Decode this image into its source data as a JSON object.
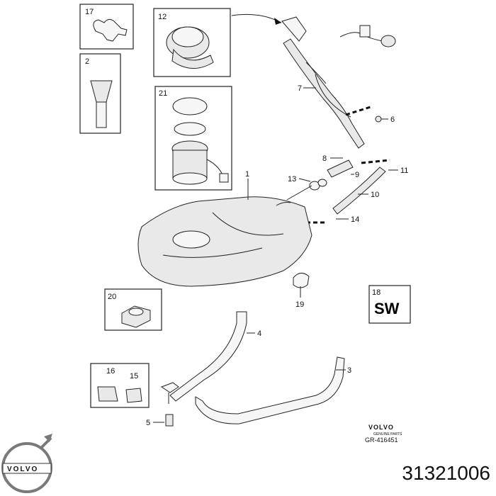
{
  "callouts": [
    "1",
    "2",
    "3",
    "4",
    "5",
    "6",
    "7",
    "8",
    "9",
    "10",
    "11",
    "12",
    "13",
    "14",
    "15",
    "16",
    "17",
    "18",
    "19",
    "20",
    "21"
  ],
  "sw_text": "SW",
  "volvo_small": "VOLVO",
  "volvo_small_sub": "GENUINE PARTS",
  "ref_code": "GR-416451",
  "logo_text": "VOLVO",
  "part_number": "31321006"
}
